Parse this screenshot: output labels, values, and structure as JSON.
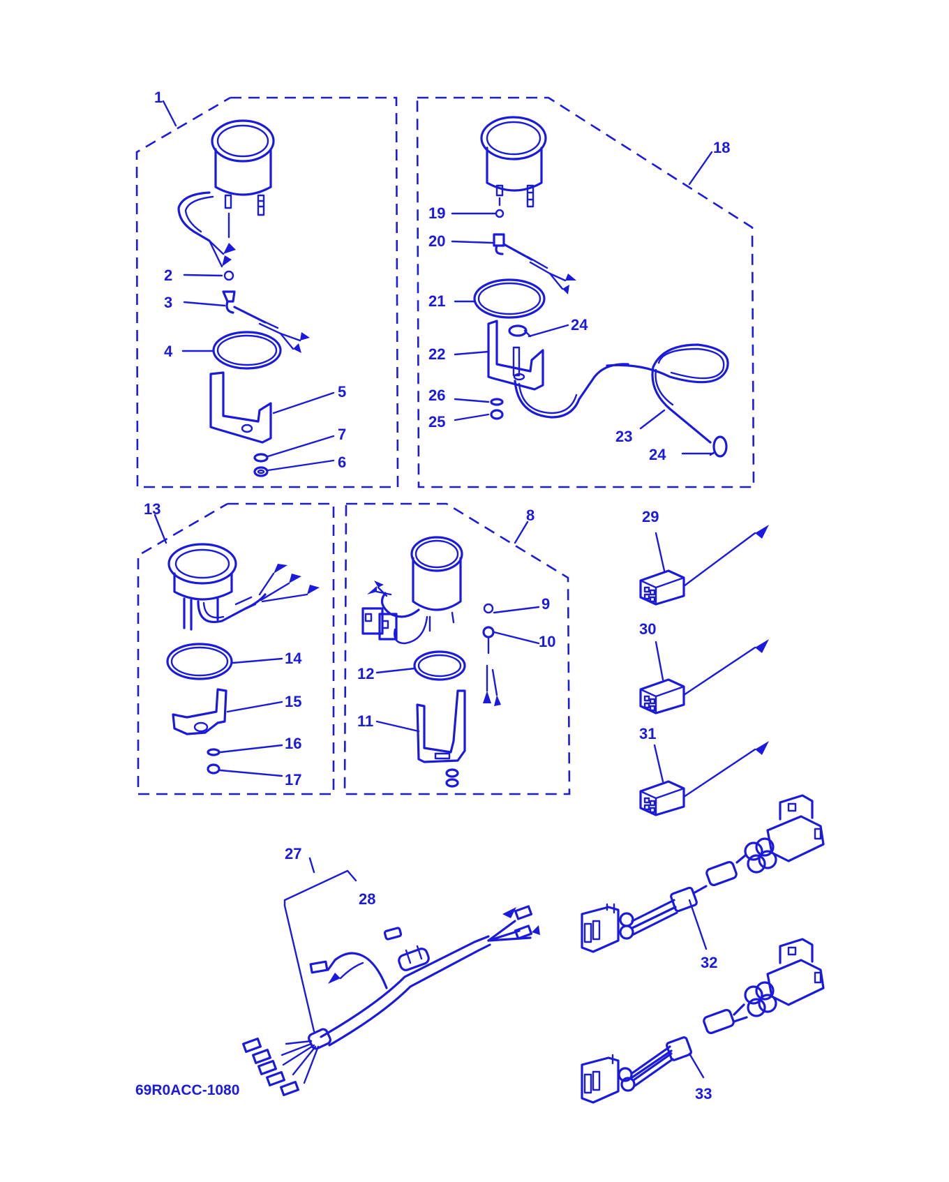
{
  "diagram": {
    "callouts": {
      "c1": "1",
      "c2": "2",
      "c3": "3",
      "c4": "4",
      "c5": "5",
      "c6": "6",
      "c7": "7",
      "c8": "8",
      "c9": "9",
      "c10": "10",
      "c11": "11",
      "c12": "12",
      "c13": "13",
      "c14": "14",
      "c15": "15",
      "c16": "16",
      "c17": "17",
      "c18": "18",
      "c19": "19",
      "c20": "20",
      "c21": "21",
      "c22": "22",
      "c23": "23",
      "c24a": "24",
      "c24b": "24",
      "c25": "25",
      "c26": "26",
      "c27": "27",
      "c28": "28",
      "c29": "29",
      "c30": "30",
      "c31": "31",
      "c32": "32",
      "c33": "33"
    },
    "drawing_code": "69R0ACC-1080"
  },
  "colors": {
    "line": "#1a1adf",
    "background": "#ffffff"
  }
}
